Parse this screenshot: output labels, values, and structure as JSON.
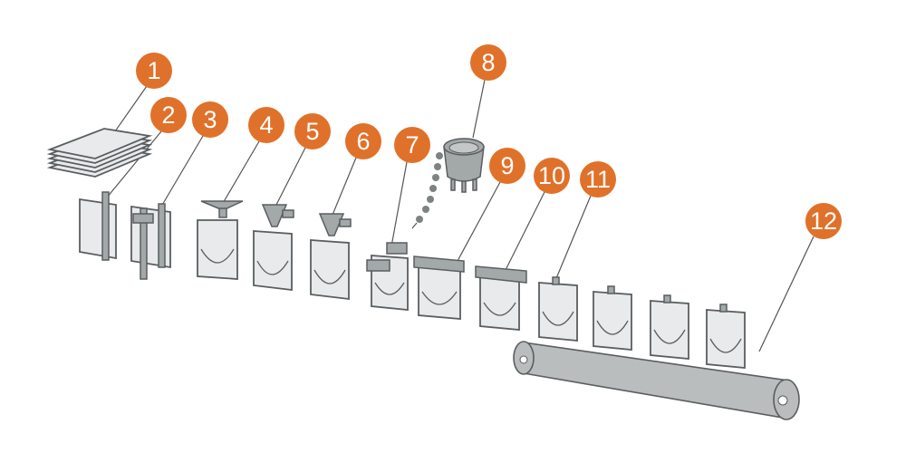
{
  "diagram": {
    "title": "Pouch packaging process steps",
    "steps": [
      "1",
      "2",
      "3",
      "4",
      "5",
      "6",
      "7",
      "8",
      "9",
      "10",
      "11",
      "12"
    ],
    "colors": {
      "badge": "#e0712a",
      "machine": "#a3a8a8",
      "pouch": "#e9eaeb",
      "outline": "#5a5e60"
    }
  }
}
